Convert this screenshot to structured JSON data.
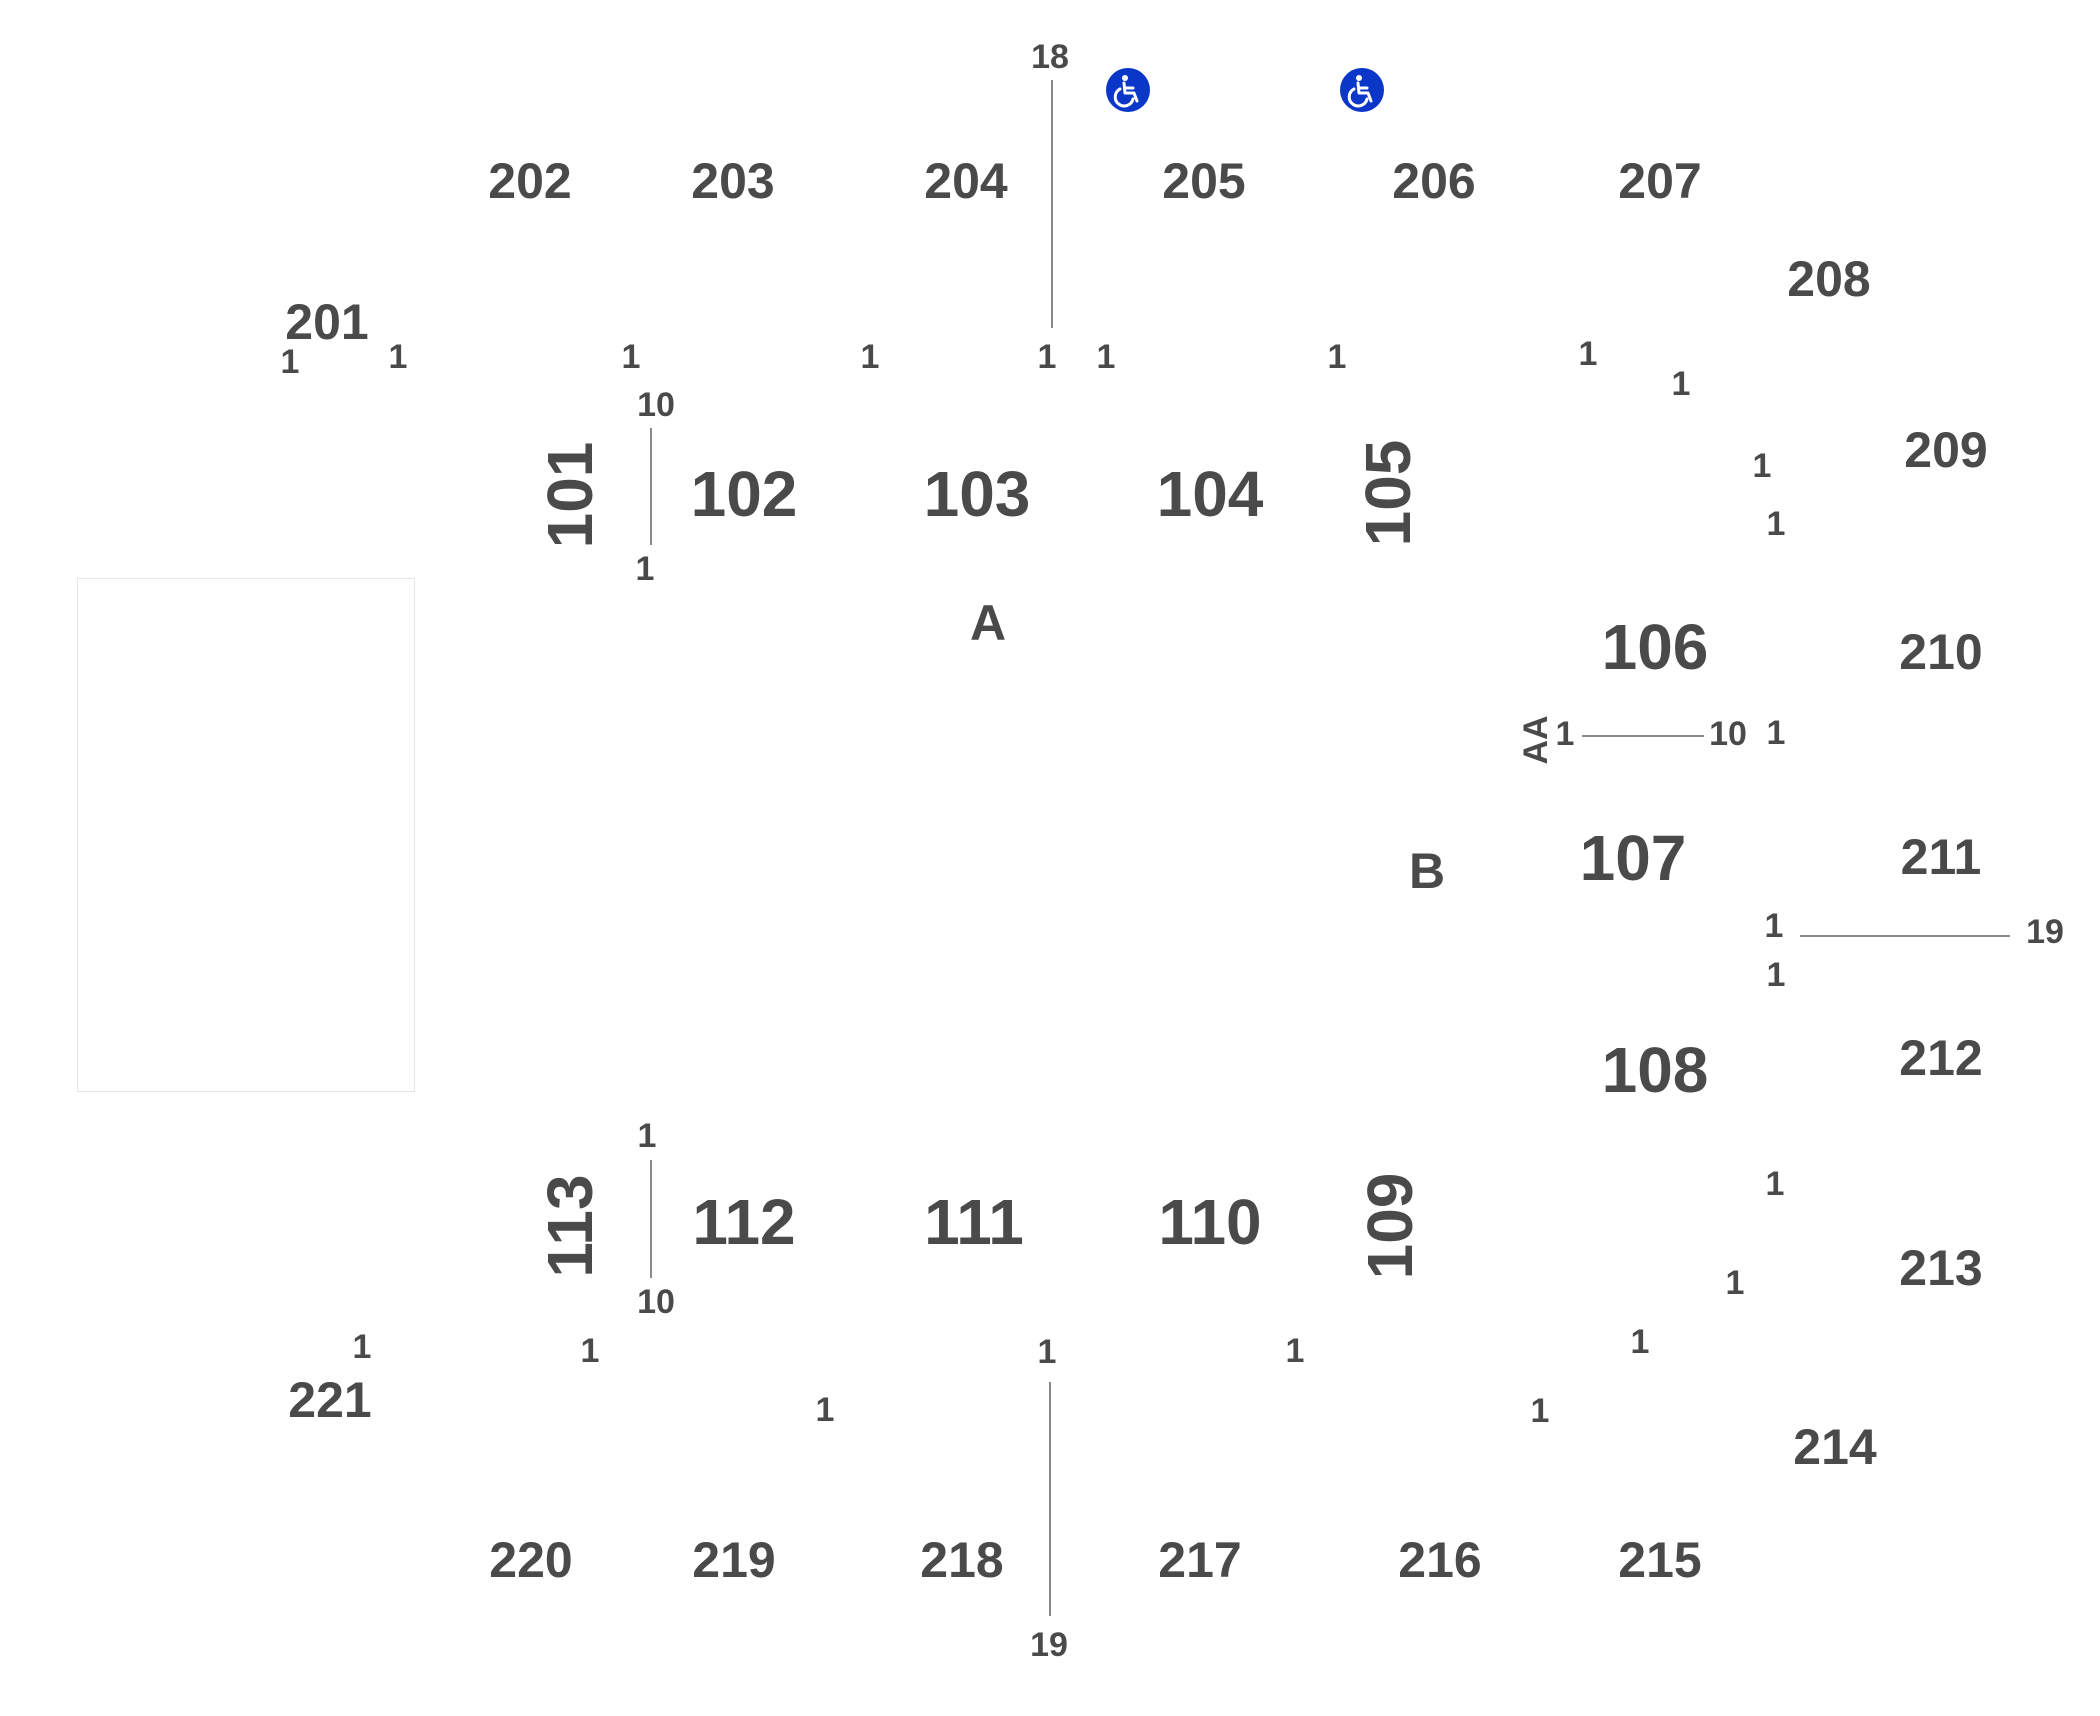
{
  "upper_sections": {
    "s201": "201",
    "s202": "202",
    "s203": "203",
    "s204": "204",
    "s205": "205",
    "s206": "206",
    "s207": "207",
    "s208": "208",
    "s209": "209",
    "s210": "210",
    "s211": "211",
    "s212": "212",
    "s213": "213",
    "s214": "214",
    "s215": "215",
    "s216": "216",
    "s217": "217",
    "s218": "218",
    "s219": "219",
    "s220": "220",
    "s221": "221"
  },
  "lower_sections": {
    "s101": "101",
    "s102": "102",
    "s103": "103",
    "s104": "104",
    "s105": "105",
    "s106": "106",
    "s107": "107",
    "s108": "108",
    "s109": "109",
    "s110": "110",
    "s111": "111",
    "s112": "112",
    "s113": "113"
  },
  "floor_sections": {
    "a": "A",
    "b": "B"
  },
  "row_labels": {
    "one": "1",
    "ten": "10",
    "eighteen": "18",
    "nineteen": "19",
    "aa": "AA"
  },
  "icons": {
    "accessible": "wheelchair-icon",
    "accessible_color": "#0a37c8"
  }
}
